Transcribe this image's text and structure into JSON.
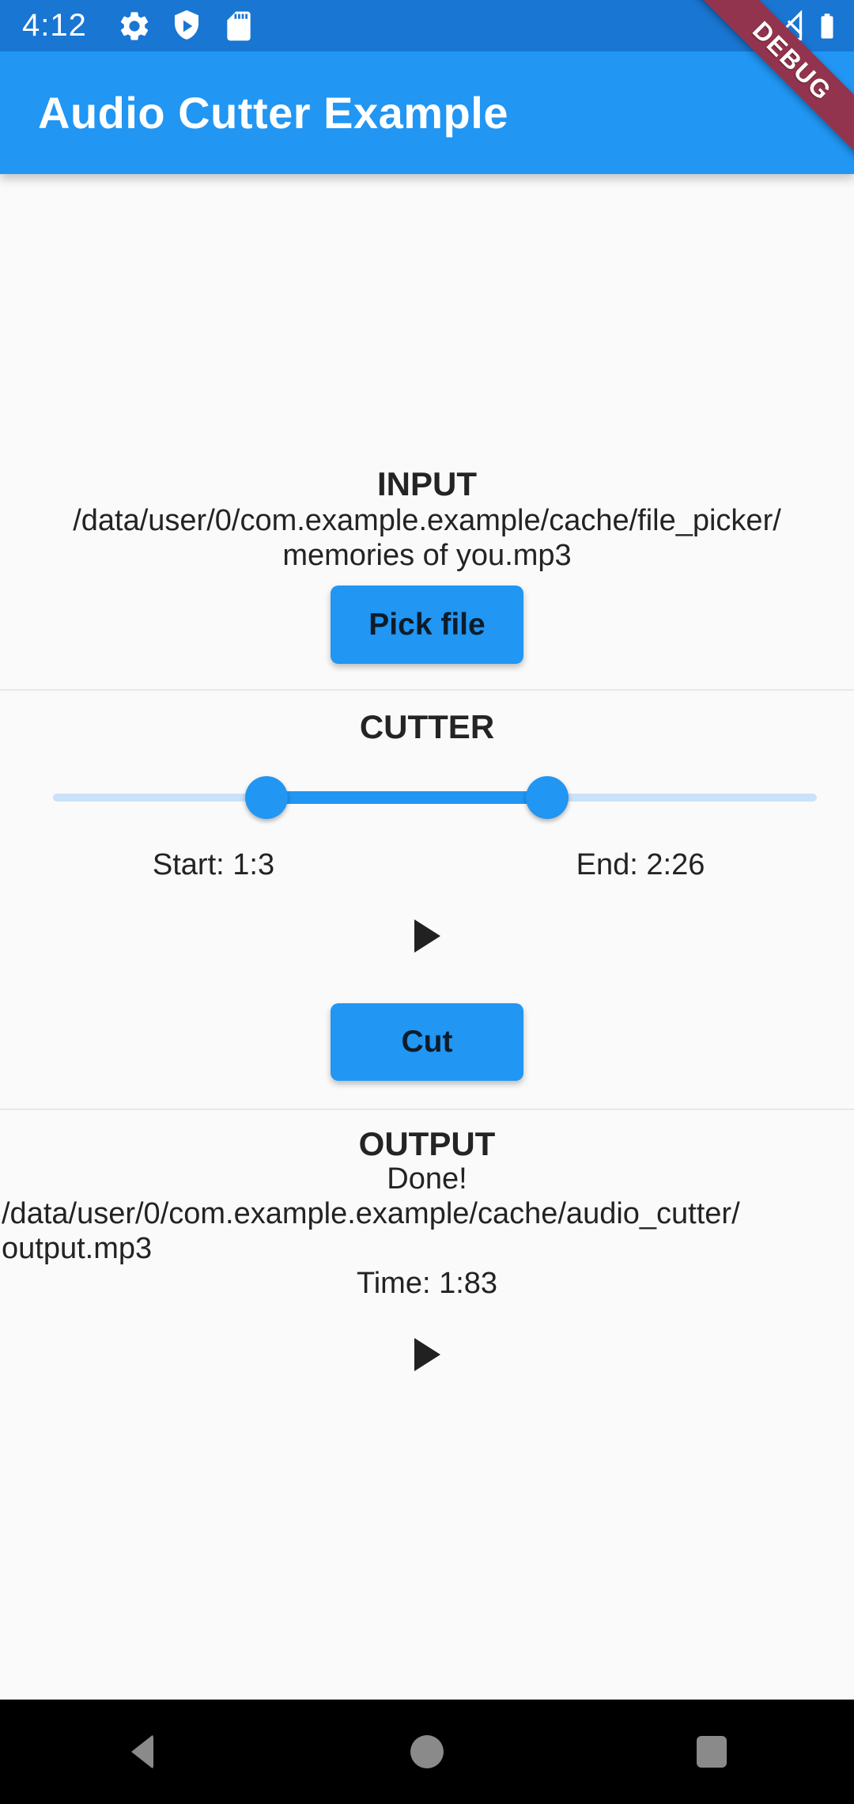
{
  "status_bar": {
    "time": "4:12",
    "left_icons": [
      {
        "name": "settings-icon"
      },
      {
        "name": "play-protect-icon"
      },
      {
        "name": "sd-card-icon"
      }
    ],
    "right_icons": [
      {
        "name": "wifi-icon"
      },
      {
        "name": "cell-signal-icon"
      },
      {
        "name": "battery-icon"
      }
    ]
  },
  "app_bar": {
    "title": "Audio Cutter Example"
  },
  "debug_banner": {
    "label": "DEBUG"
  },
  "input_section": {
    "title": "INPUT",
    "path_lines": [
      "/data/user/0/com.example.example/cache/file_picker/",
      "memories of you.mp3"
    ],
    "pick_button_label": "Pick file"
  },
  "cutter_section": {
    "title": "CUTTER",
    "start_label": "Start: 1:3",
    "end_label": "End: 2:26",
    "slider": {
      "start_fraction": 0.28,
      "end_fraction": 0.647
    }
  },
  "cut_button_label": "Cut",
  "output_section": {
    "title": "OUTPUT",
    "status": "Done!",
    "path_lines": [
      "/data/user/0/com.example.example/cache/audio_cutter/",
      "output.mp3"
    ],
    "time": "Time: 1:83"
  },
  "nav_bar": {
    "icons": [
      {
        "name": "back-icon"
      },
      {
        "name": "home-icon"
      },
      {
        "name": "recents-icon"
      }
    ]
  },
  "colors": {
    "status-bar-bg": "#1976D2",
    "app-bar-bg": "#2196F3",
    "accent": "#2196F3",
    "background": "#FAFAFA",
    "slider-inactive": "#C9E2FA",
    "banner-bg": "#93344F",
    "text": "#202124",
    "button-text": "#0E1C28",
    "nav-icon": "#8A8A8A",
    "divider": "#E8E8E8"
  }
}
